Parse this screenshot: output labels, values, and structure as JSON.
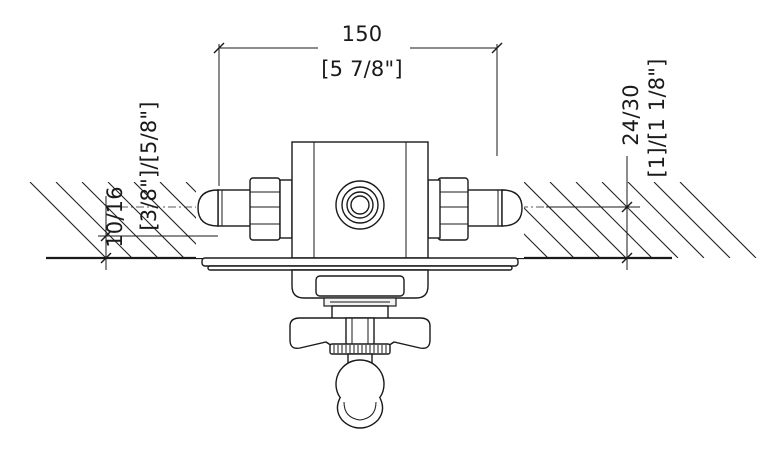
{
  "dimensions": {
    "width_mm": "150",
    "width_in": "[5 7/8\"]",
    "left_depth_mm": "10/16",
    "left_depth_in": "[3/8\"]/[5/8\"]",
    "right_depth_mm": "24/30",
    "right_depth_in": "[1]/[1 1/8\"]"
  },
  "colors": {
    "line": "#1a1a1a",
    "background": "#ffffff"
  }
}
